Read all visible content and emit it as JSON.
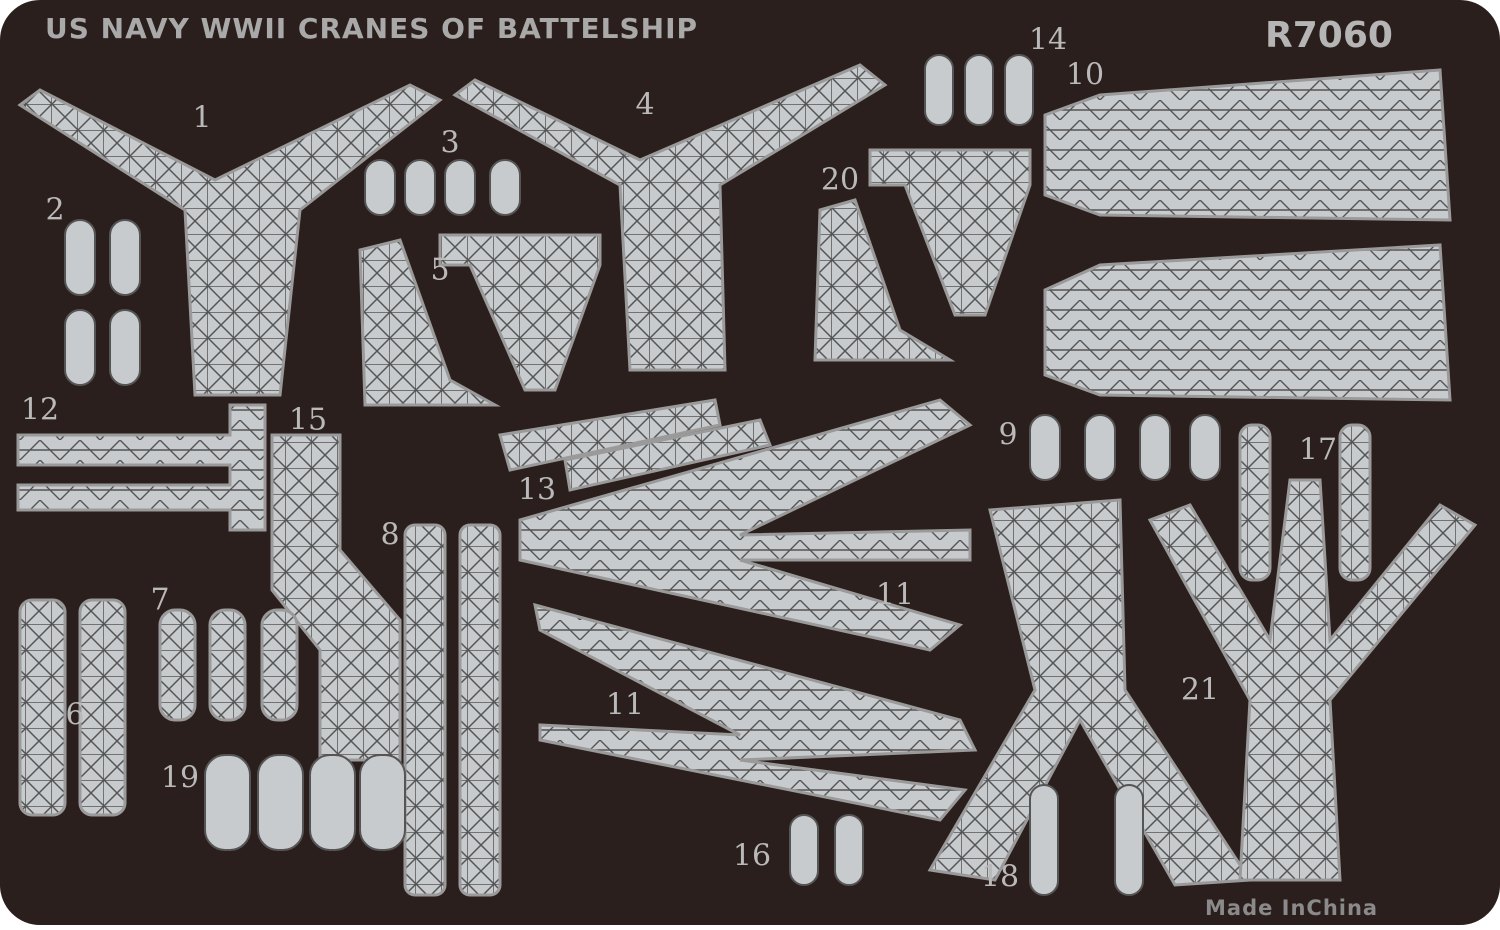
{
  "sheet": {
    "title": "US NAVY WWII CRANES OF BATTELSHIP",
    "code": "R7060",
    "maker_note": "Made InChina",
    "colors": {
      "background": "#2a1e1c",
      "metal": "#c8cbce",
      "line": "#5a5a5a"
    },
    "part_numbers": [
      "1",
      "2",
      "3",
      "4",
      "5",
      "6",
      "7",
      "8",
      "9",
      "10",
      "11",
      "11",
      "12",
      "13",
      "14",
      "15",
      "16",
      "17",
      "18",
      "19",
      "20",
      "21"
    ]
  }
}
